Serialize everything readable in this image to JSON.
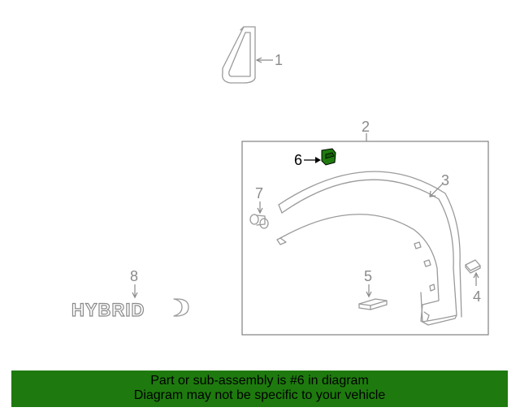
{
  "callouts": {
    "c1": "1",
    "c2": "2",
    "c3": "3",
    "c4": "4",
    "c5": "5",
    "c6": "6",
    "c7": "7",
    "c8": "8"
  },
  "emblem_text": "HYBRID",
  "highlight_color": "#1e7a0e",
  "banner": {
    "line1": "Part or sub-assembly is #6 in diagram",
    "line2": "Diagram may not be specific to your vehicle"
  }
}
